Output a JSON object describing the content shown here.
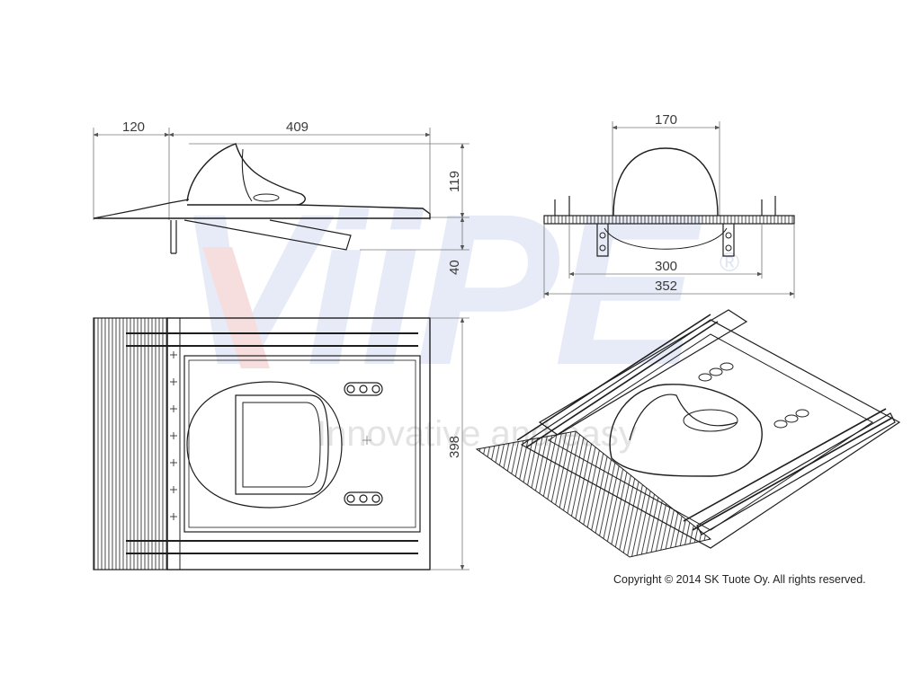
{
  "watermark": {
    "brand": "ViiPE",
    "registered_mark": "®",
    "slogan": "Innovative and easy",
    "colors": {
      "red": "#f4dcdc",
      "blue": "#dfe6f5"
    }
  },
  "dimensions": {
    "side_left": "120",
    "side_length": "409",
    "side_height": "119",
    "side_below": "40",
    "front_top": "170",
    "front_inner": "300",
    "front_outer": "352",
    "plan_height": "398"
  },
  "copyright": "Copyright © 2014 SK Tuote Oy. All rights reserved."
}
